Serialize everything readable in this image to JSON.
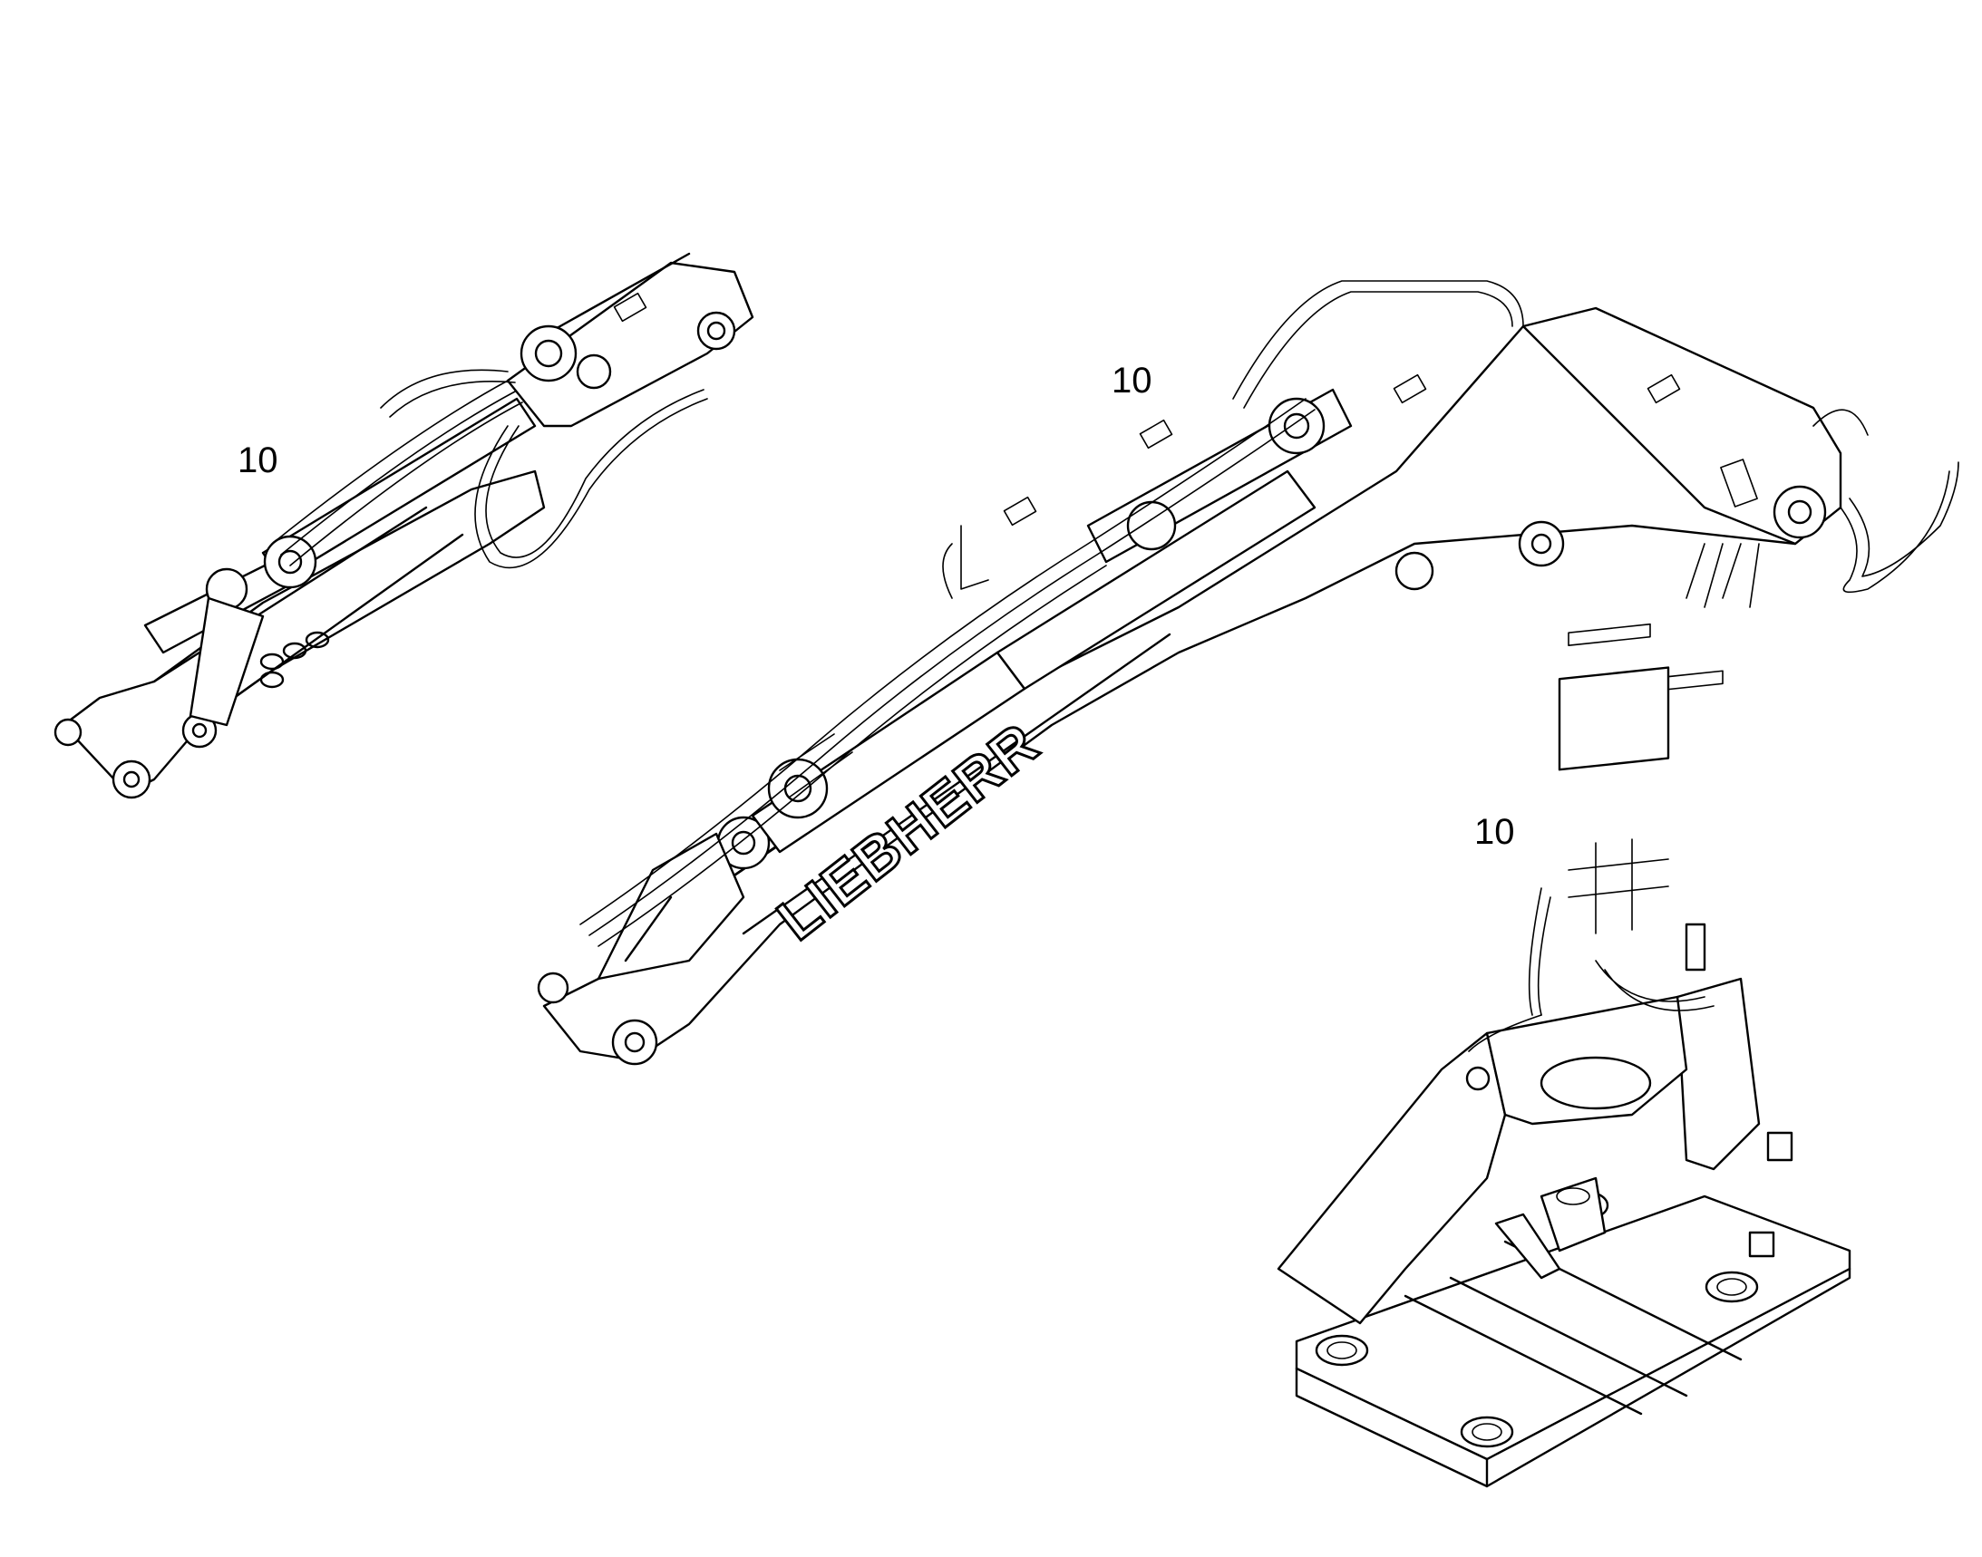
{
  "callouts": [
    {
      "id": "stick",
      "label": "10"
    },
    {
      "id": "boom",
      "label": "10"
    },
    {
      "id": "frame",
      "label": "10"
    }
  ],
  "boom_logo_text": "LIEBHERR",
  "colors": {
    "line": "#000000",
    "background": "#ffffff"
  }
}
